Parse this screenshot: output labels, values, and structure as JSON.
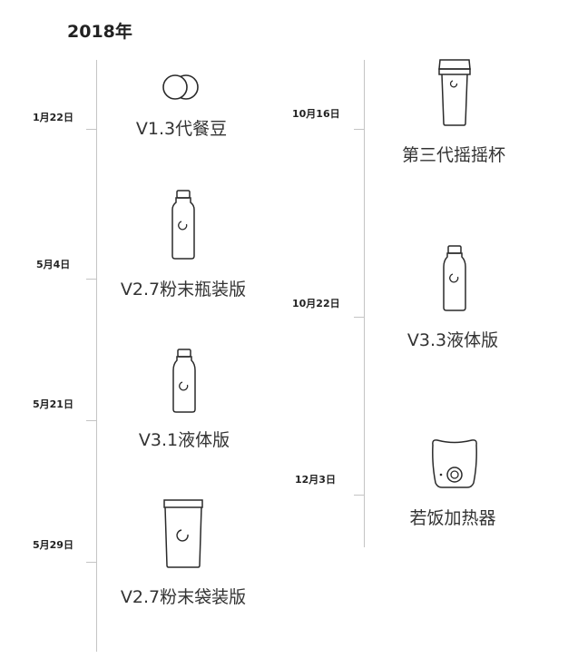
{
  "title": "2018年",
  "events": [
    {
      "date": "1月22日",
      "label": "V1.3代餐豆",
      "icon": "beans-icon"
    },
    {
      "date": "5月4日",
      "label": "V2.7粉末瓶装版",
      "icon": "bottle-icon"
    },
    {
      "date": "5月21日",
      "label": "V3.1液体版",
      "icon": "bottle-icon"
    },
    {
      "date": "5月29日",
      "label": "V2.7粉末袋装版",
      "icon": "pouch-icon"
    },
    {
      "date": "10月16日",
      "label": "第三代摇摇杯",
      "icon": "shaker-cup-icon"
    },
    {
      "date": "10月22日",
      "label": "V3.3液体版",
      "icon": "bottle-icon"
    },
    {
      "date": "12月3日",
      "label": "若饭加热器",
      "icon": "heater-icon"
    }
  ]
}
